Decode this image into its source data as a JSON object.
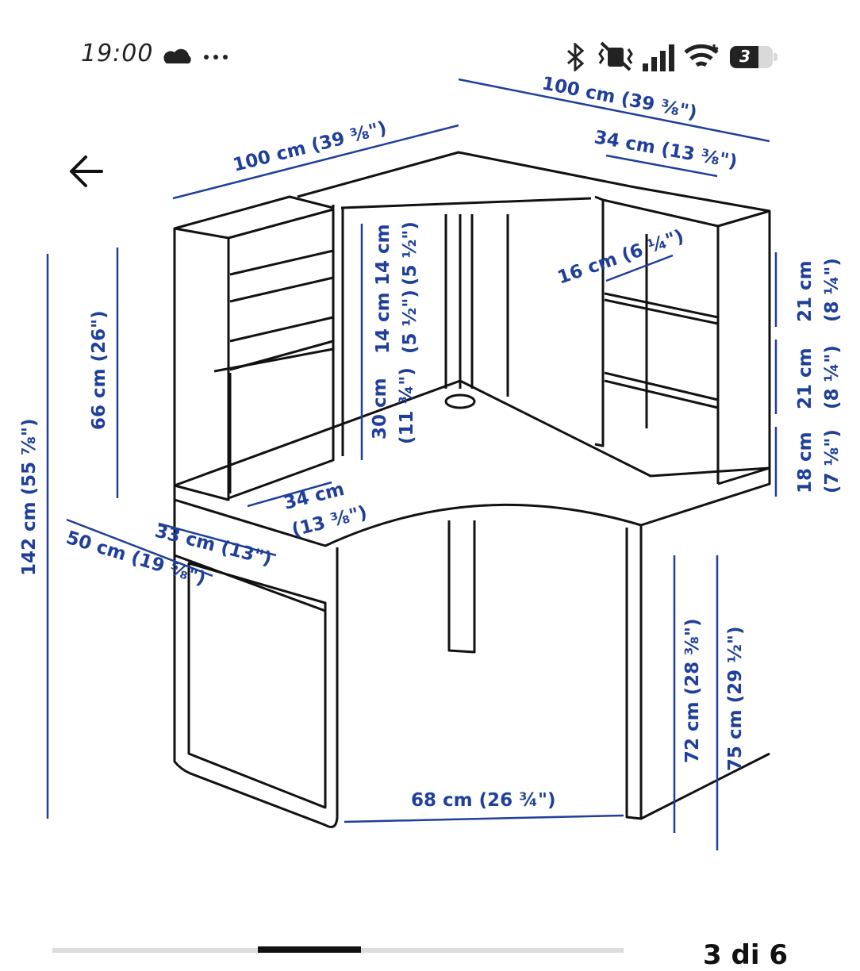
{
  "status_bar": {
    "time": "19:00",
    "battery": "3",
    "icons": [
      "cloud-icon",
      "more-dots-icon",
      "bluetooth-icon",
      "vibrate-icon",
      "signal-icon",
      "wifi-icon",
      "battery-icon"
    ]
  },
  "navigation": {
    "back_icon": "arrow-left-icon"
  },
  "diagram": {
    "colors": {
      "dimension": "#1f3f9a",
      "line": "#111111"
    },
    "dimensions": {
      "top_right_width": "100 cm (39 ⅜\")",
      "top_left_width": "100 cm (39 ⅜\")",
      "right_shelf_width": "34 cm (13 ⅜\")",
      "shelf_depth": "16 cm (6 ¼\")",
      "total_height": "142 cm (55 ⅞\")",
      "upper_height": "66 cm (26\")",
      "compartment_1": "14 cm",
      "compartment_1_in": "(5 ½\")",
      "compartment_2": "14 cm",
      "compartment_2_in": "(5 ½\")",
      "compartment_3": "30 cm",
      "compartment_3_in": "(11 ¾\")",
      "right_1": "21 cm",
      "right_1_in": "(8 ¼\")",
      "right_2": "21 cm",
      "right_2_in": "(8 ¼\")",
      "right_3": "18 cm",
      "right_3_in": "(7 ⅛\")",
      "left_shelf_width": "34 cm",
      "left_shelf_width_in": "(13 ⅜\")",
      "side_depth": "33 cm (13\")",
      "desk_depth": "50 cm (19 ⅝\")",
      "leg_span": "68 cm (26 ¾\")",
      "desk_height": "72 cm (28 ⅜\")",
      "total_desk_height": "75 cm (29 ½\")"
    }
  },
  "pager": {
    "counter": "3 di 6"
  }
}
